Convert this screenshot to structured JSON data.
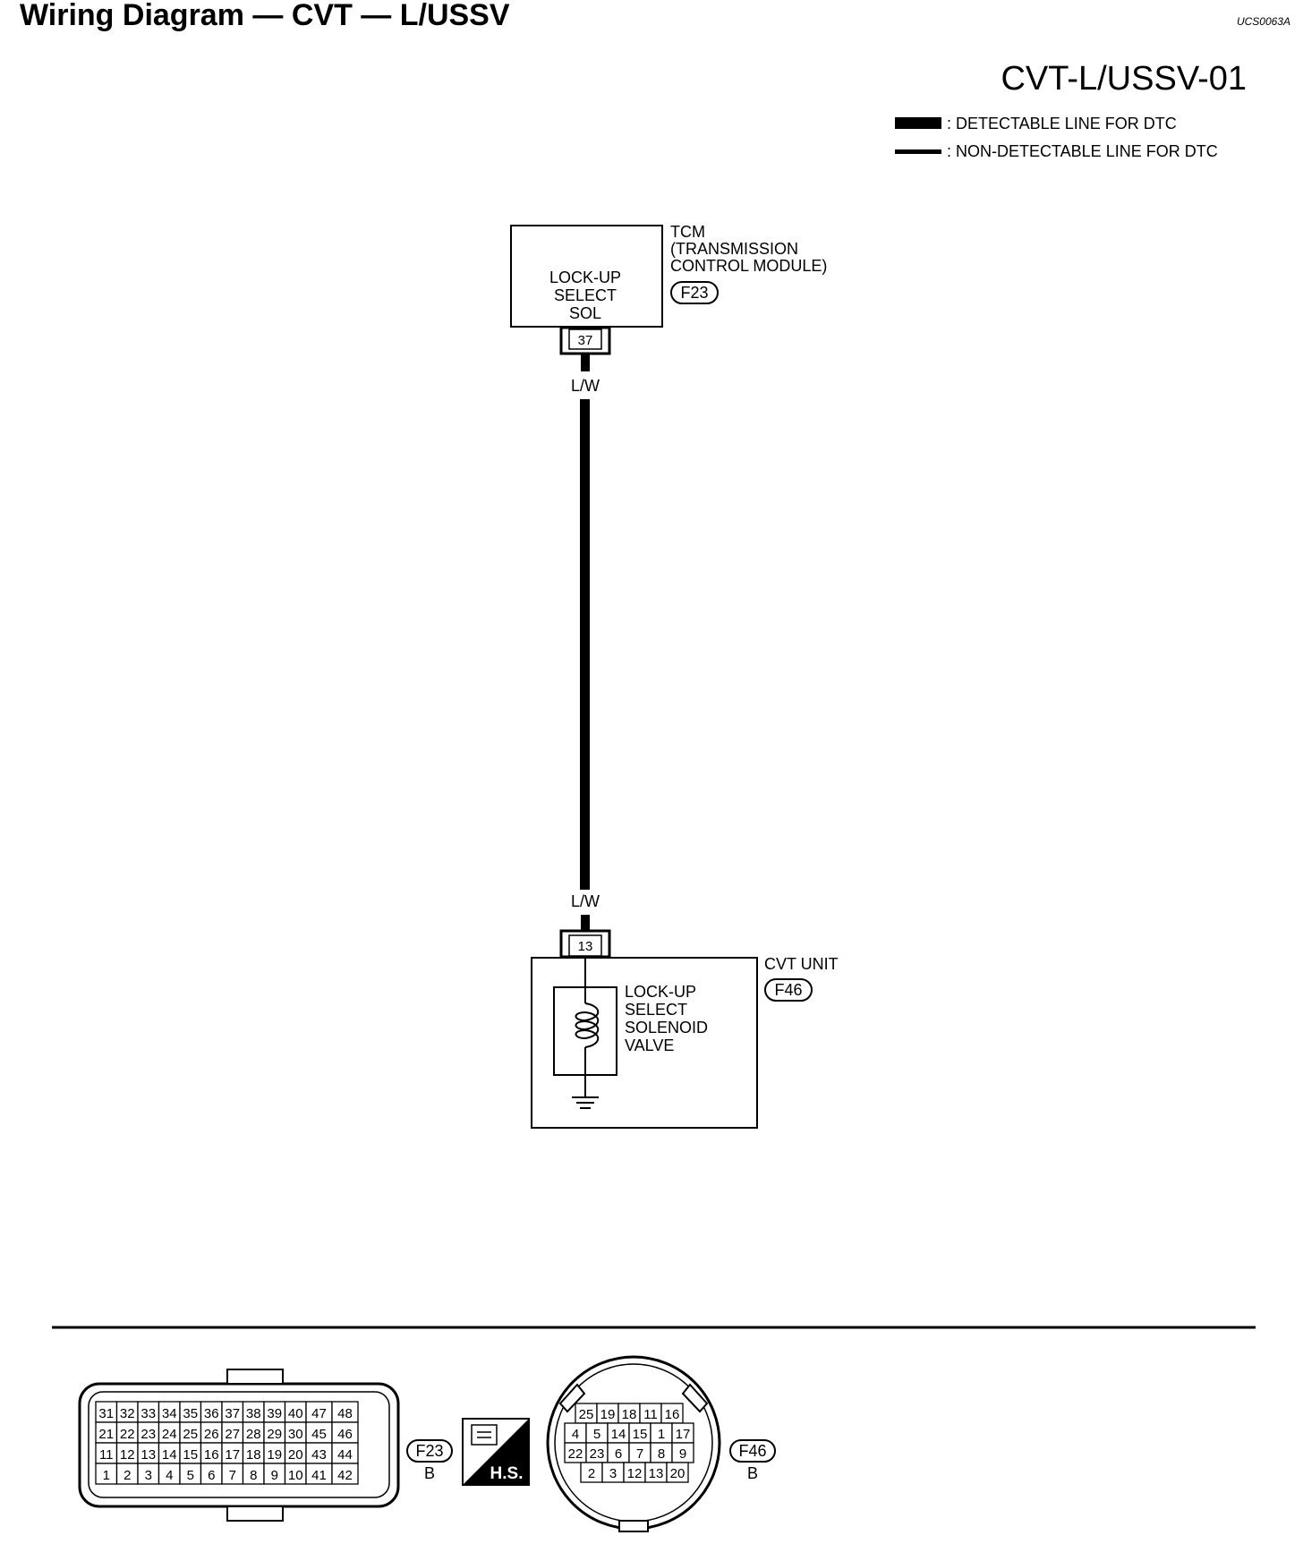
{
  "header": {
    "title": "Wiring Diagram — CVT — L/USSV",
    "doc_id": "UCS0063A",
    "diagram_name": "CVT-L/USSV-01"
  },
  "legend": {
    "detectable": ": DETECTABLE LINE FOR DTC",
    "non_detectable": ": NON-DETECTABLE LINE FOR DTC"
  },
  "tcm": {
    "name": "TCM",
    "line2": "(TRANSMISSION",
    "line3": "CONTROL MODULE)",
    "connector": "F23",
    "inner_line1": "LOCK-UP",
    "inner_line2": "SELECT",
    "inner_line3": "SOL",
    "terminal": "37"
  },
  "wire": {
    "color_top": "L/W",
    "color_bottom": "L/W"
  },
  "cvt_unit": {
    "name": "CVT UNIT",
    "connector": "F46",
    "terminal": "13",
    "inner_line1": "LOCK-UP",
    "inner_line2": "SELECT",
    "inner_line3": "SOLENOID",
    "inner_line4": "VALVE"
  },
  "connectors": {
    "f23": {
      "id": "F23",
      "color": "B",
      "rows": [
        [
          "31",
          "32",
          "33",
          "34",
          "35",
          "36",
          "37",
          "38",
          "39",
          "40",
          "47",
          "48"
        ],
        [
          "21",
          "22",
          "23",
          "24",
          "25",
          "26",
          "27",
          "28",
          "29",
          "30",
          "45",
          "46"
        ],
        [
          "11",
          "12",
          "13",
          "14",
          "15",
          "16",
          "17",
          "18",
          "19",
          "20",
          "43",
          "44"
        ],
        [
          "1",
          "2",
          "3",
          "4",
          "5",
          "6",
          "7",
          "8",
          "9",
          "10",
          "41",
          "42"
        ]
      ]
    },
    "hs": {
      "label": "H.S."
    },
    "f46": {
      "id": "F46",
      "color": "B",
      "rows": [
        [
          "25",
          "19",
          "18",
          "11",
          "16"
        ],
        [
          "4",
          "5",
          "14",
          "15",
          "1",
          "17"
        ],
        [
          "22",
          "23",
          "6",
          "7",
          "8",
          "9"
        ],
        [
          "2",
          "3",
          "12",
          "13",
          "20"
        ]
      ]
    }
  }
}
